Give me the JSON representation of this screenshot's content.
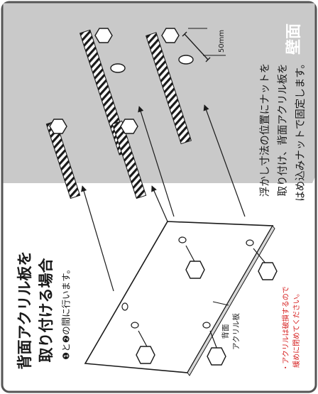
{
  "wall_label": "壁面",
  "dimension_label": "50mm",
  "instructions": {
    "line1": "浮かし寸法の位置にナットを",
    "line2": "取り付け、背面アクリル板を",
    "line3": "はめ込みナットで固定します。"
  },
  "title": {
    "line1": "背面アクリル板を",
    "line2": "取り付ける場合"
  },
  "subtitle": "❶と❷の間に行います。",
  "panel_label": {
    "line1": "背面",
    "line2": "アクリル板"
  },
  "warning": {
    "line1": "・アクリルは破損するので",
    "line2": "緩めに閉めてください。"
  },
  "colors": {
    "wall": "#c9c9c9",
    "frame": "#555555",
    "warning": "#d62020",
    "text": "#1a1a1a"
  }
}
